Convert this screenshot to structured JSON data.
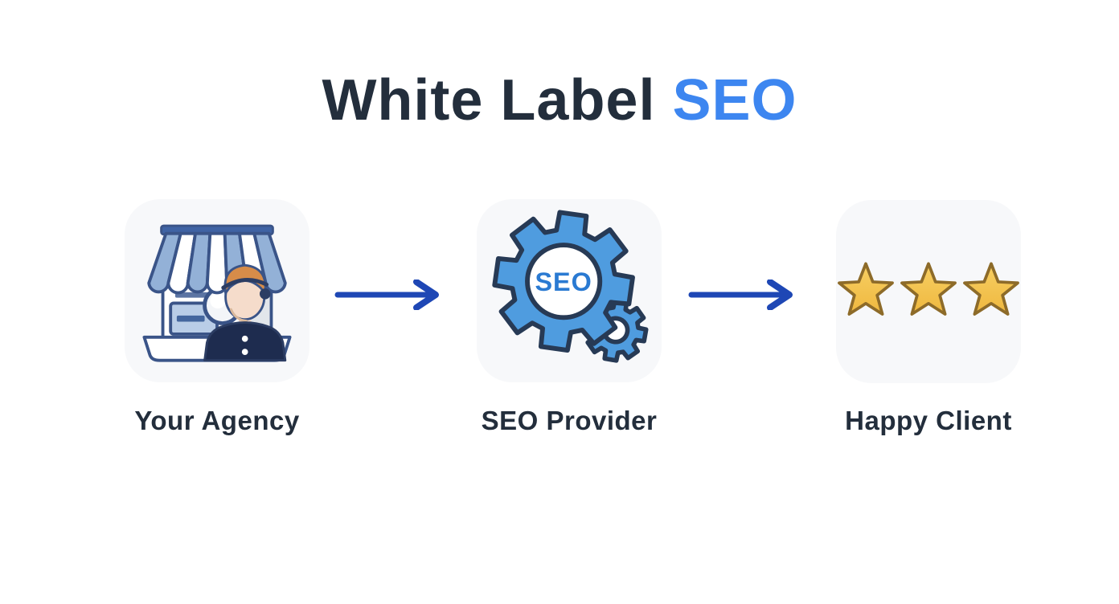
{
  "title": {
    "prefix": "White Label ",
    "highlight": "SEO"
  },
  "steps": [
    {
      "id": "agency",
      "label": "Your Agency",
      "icon": "storefront-agent-icon"
    },
    {
      "id": "provider",
      "label": "SEO Provider",
      "icon": "seo-gears-icon",
      "gear_text": "SEO"
    },
    {
      "id": "client",
      "label": "Happy Client",
      "icon": "three-stars-icon",
      "star_count": 3
    }
  ],
  "arrows": {
    "count": 2,
    "direction": "right",
    "color": "#1e47b5"
  },
  "colors": {
    "background": "#ffffff",
    "tile_background": "#f7f8fa",
    "title_dark": "#232e3c",
    "title_accent": "#3d86f0",
    "label_text": "#232e3c",
    "arrow_blue": "#1e47b5",
    "gear_blue": "#4f9cdf",
    "gear_outline": "#273a55",
    "gear_text_blue": "#2a7ad2",
    "star_gold": "#f3c24c",
    "star_outline": "#8d6b29",
    "awning_blue": "#93b1d7",
    "outline_navy": "#3a5488",
    "shirt_navy": "#1e2c4f",
    "hair_orange": "#d68c49",
    "skin": "#f5dccb"
  }
}
